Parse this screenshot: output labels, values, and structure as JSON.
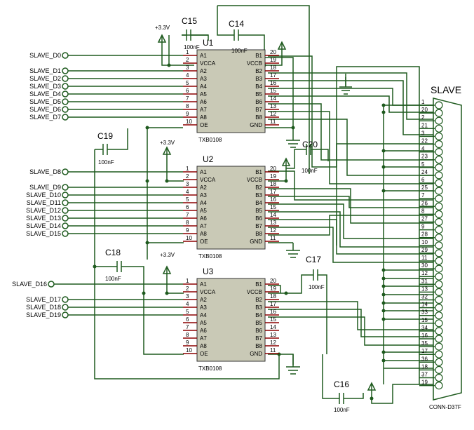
{
  "supply_label": "+3.3V",
  "part_value": "TXB0108",
  "chips": [
    {
      "ref": "U1",
      "pins_left": [
        {
          "num": "1",
          "name": "A1"
        },
        {
          "num": "2",
          "name": "VCCA"
        },
        {
          "num": "3",
          "name": "A2"
        },
        {
          "num": "4",
          "name": "A3"
        },
        {
          "num": "5",
          "name": "A4"
        },
        {
          "num": "6",
          "name": "A5"
        },
        {
          "num": "7",
          "name": "A6"
        },
        {
          "num": "8",
          "name": "A7"
        },
        {
          "num": "9",
          "name": "A8"
        },
        {
          "num": "10",
          "name": "OE"
        }
      ],
      "pins_right": [
        {
          "num": "20",
          "name": "B1"
        },
        {
          "num": "19",
          "name": "VCCB"
        },
        {
          "num": "18",
          "name": "B2"
        },
        {
          "num": "17",
          "name": "B3"
        },
        {
          "num": "16",
          "name": "B4"
        },
        {
          "num": "15",
          "name": "B5"
        },
        {
          "num": "14",
          "name": "B6"
        },
        {
          "num": "13",
          "name": "B7"
        },
        {
          "num": "12",
          "name": "B8"
        },
        {
          "num": "11",
          "name": "GND"
        }
      ],
      "inputs": [
        "SLAVE_D0",
        "SLAVE_D1",
        "SLAVE_D2",
        "SLAVE_D3",
        "SLAVE_D4",
        "SLAVE_D5",
        "SLAVE_D6",
        "SLAVE_D7"
      ]
    },
    {
      "ref": "U2",
      "pins_left": [
        {
          "num": "1",
          "name": "A1"
        },
        {
          "num": "2",
          "name": "VCCA"
        },
        {
          "num": "3",
          "name": "A2"
        },
        {
          "num": "4",
          "name": "A3"
        },
        {
          "num": "5",
          "name": "A4"
        },
        {
          "num": "6",
          "name": "A5"
        },
        {
          "num": "7",
          "name": "A6"
        },
        {
          "num": "8",
          "name": "A7"
        },
        {
          "num": "9",
          "name": "A8"
        },
        {
          "num": "10",
          "name": "OE"
        }
      ],
      "pins_right": [
        {
          "num": "20",
          "name": "B1"
        },
        {
          "num": "19",
          "name": "VCCB"
        },
        {
          "num": "18",
          "name": "B2"
        },
        {
          "num": "17",
          "name": "B3"
        },
        {
          "num": "16",
          "name": "B4"
        },
        {
          "num": "15",
          "name": "B5"
        },
        {
          "num": "14",
          "name": "B6"
        },
        {
          "num": "13",
          "name": "B7"
        },
        {
          "num": "12",
          "name": "B8"
        },
        {
          "num": "11",
          "name": "GND"
        }
      ],
      "inputs": [
        "SLAVE_D8",
        "SLAVE_D9",
        "SLAVE_D10",
        "SLAVE_D11",
        "SLAVE_D12",
        "SLAVE_D13",
        "SLAVE_D14",
        "SLAVE_D15"
      ]
    },
    {
      "ref": "U3",
      "pins_left": [
        {
          "num": "1",
          "name": "A1"
        },
        {
          "num": "2",
          "name": "VCCA"
        },
        {
          "num": "3",
          "name": "A2"
        },
        {
          "num": "4",
          "name": "A3"
        },
        {
          "num": "5",
          "name": "A4"
        },
        {
          "num": "6",
          "name": "A5"
        },
        {
          "num": "7",
          "name": "A6"
        },
        {
          "num": "8",
          "name": "A7"
        },
        {
          "num": "9",
          "name": "A8"
        },
        {
          "num": "10",
          "name": "OE"
        }
      ],
      "pins_right": [
        {
          "num": "20",
          "name": "B1"
        },
        {
          "num": "19",
          "name": "VCCB"
        },
        {
          "num": "18",
          "name": "B2"
        },
        {
          "num": "17",
          "name": "B3"
        },
        {
          "num": "16",
          "name": "B4"
        },
        {
          "num": "15",
          "name": "B5"
        },
        {
          "num": "14",
          "name": "B6"
        },
        {
          "num": "13",
          "name": "B7"
        },
        {
          "num": "12",
          "name": "B8"
        },
        {
          "num": "11",
          "name": "GND"
        }
      ],
      "inputs": [
        "SLAVE_D16",
        "SLAVE_D17",
        "SLAVE_D18",
        "SLAVE_D19"
      ]
    }
  ],
  "capacitors": [
    {
      "ref": "C15",
      "value": "100nF"
    },
    {
      "ref": "C14",
      "value": "100nF"
    },
    {
      "ref": "C19",
      "value": "100nF"
    },
    {
      "ref": "C20",
      "value": "100nF"
    },
    {
      "ref": "C18",
      "value": "100nF"
    },
    {
      "ref": "C17",
      "value": "100nF"
    },
    {
      "ref": "C16",
      "value": "100nF"
    }
  ],
  "connector": {
    "title": "SLAVE",
    "part": "CONN-D37F",
    "pins": [
      "1",
      "20",
      "2",
      "21",
      "3",
      "22",
      "4",
      "23",
      "5",
      "24",
      "6",
      "25",
      "7",
      "26",
      "8",
      "27",
      "9",
      "28",
      "10",
      "29",
      "11",
      "30",
      "12",
      "31",
      "13",
      "32",
      "14",
      "33",
      "15",
      "34",
      "16",
      "35",
      "17",
      "36",
      "18",
      "37",
      "19"
    ]
  },
  "colors": {
    "wire": "#1e5a1e",
    "pin": "#8b0000",
    "chip": "#c9c9b6"
  }
}
